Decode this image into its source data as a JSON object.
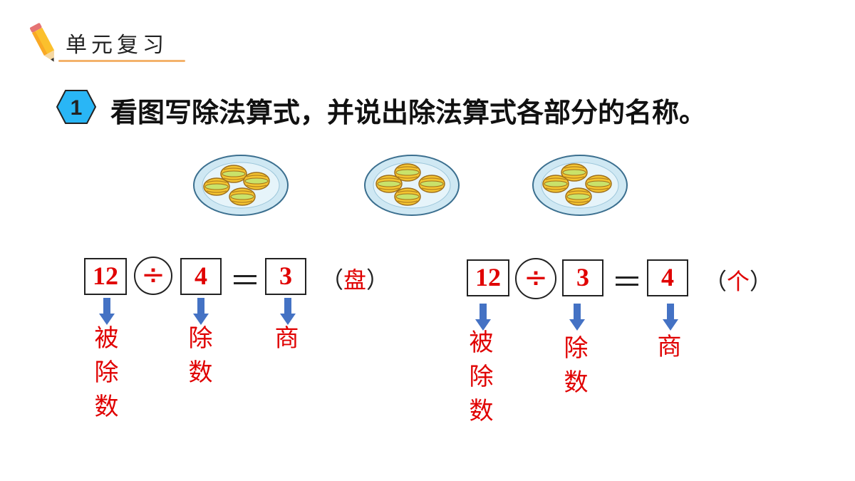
{
  "header": {
    "title": "单元复习"
  },
  "question": {
    "number": "1",
    "text": "看图写除法算式，并说出除法算式各部分的名称。"
  },
  "colors": {
    "accent_red": "#e00000",
    "arrow_blue": "#4472c4",
    "badge_blue": "#29b6f6",
    "header_line": "#f3b26b"
  },
  "plates": [
    {
      "fruit_count": 4
    },
    {
      "fruit_count": 4
    },
    {
      "fruit_count": 4
    }
  ],
  "equations": [
    {
      "dividend": "12",
      "operator": "÷",
      "divisor": "4",
      "equals": "＝",
      "quotient": "3",
      "unit_open": "（",
      "unit": "盘",
      "unit_close": "）",
      "labels": {
        "dividend": "被除数",
        "divisor": "除数",
        "quotient": "商"
      }
    },
    {
      "dividend": "12",
      "operator": "÷",
      "divisor": "3",
      "equals": "＝",
      "quotient": "4",
      "unit_open": "（",
      "unit": "个",
      "unit_close": "）",
      "labels": {
        "dividend": "被除数",
        "divisor": "除数",
        "quotient": "商"
      }
    }
  ]
}
